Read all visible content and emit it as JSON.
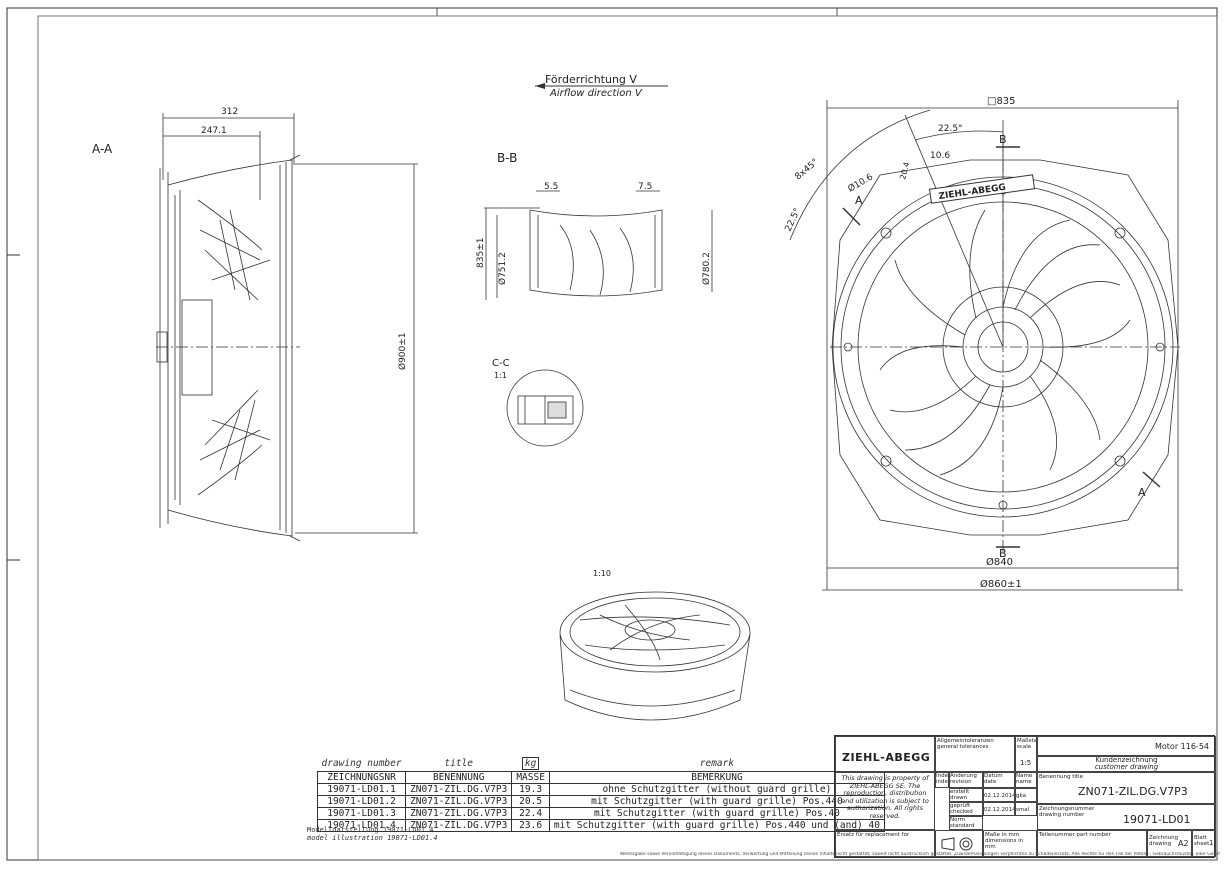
{
  "drawing": {
    "flow_de": "Förderrichtung V",
    "flow_en": "Airflow direction V",
    "views": {
      "aa": "A-A",
      "bb": "B-B",
      "cc": "C-C",
      "cc_scale": "1:1",
      "iso_scale": "1:10"
    },
    "dims": {
      "d312": "312",
      "d2471": "247.1",
      "d900": "Ø900±1",
      "d55": "5.5",
      "d75": "7.5",
      "d835h": "835±1",
      "d7512": "Ø751.2",
      "d7802": "Ø780.2",
      "sq835": "□835",
      "a225top": "22.5°",
      "a225left": "22.5°",
      "holes": "8x45°",
      "dh106a": "Ø10.6",
      "dh204": "20.4",
      "dh106b": "10.6",
      "d840": "Ø840",
      "d860": "Ø860±1",
      "secA": "A",
      "secB": "B"
    },
    "brand_on_fan": "ZIEHL-ABEGG"
  },
  "parts_table": {
    "italic_headers": [
      "drawing number",
      "title",
      "kg",
      "remark"
    ],
    "headers": [
      "ZEICHNUNGSNR",
      "BENENNUNG",
      "MASSE",
      "BEMERKUNG"
    ],
    "rows": [
      {
        "nr": "19071-LD01.1",
        "name": "ZN071-ZIL.DG.V7P3",
        "mass": "19.3",
        "remark": "ohne Schutzgitter (without guard grille)"
      },
      {
        "nr": "19071-LD01.2",
        "name": "ZN071-ZIL.DG.V7P3",
        "mass": "20.5",
        "remark": "mit Schutzgitter (with guard grille) Pos.440"
      },
      {
        "nr": "19071-LD01.3",
        "name": "ZN071-ZIL.DG.V7P3",
        "mass": "22.4",
        "remark": "mit Schutzgitter (with guard grille) Pos.40"
      },
      {
        "nr": "19071-LD01.4",
        "name": "ZN071-ZIL.DG.V7P3",
        "mass": "23.6",
        "remark": "mit Schutzgitter (with guard grille) Pos.440 und (and) 40"
      }
    ],
    "modell_de": "Modelldarstellung 19071-LD01.4",
    "modell_en": "model illustration 19071-LD01.4"
  },
  "title_block": {
    "logo": "ZIEHL-ABEGG",
    "tolerances": "Allgemeintoleranzen general tolerances",
    "scale_label": "Maßstab scale",
    "scale": "1:5",
    "motor": "Motor 116-54",
    "kundenzeichnung": "Kundenzeichnung",
    "customer_drawing": "customer drawing",
    "property_text": "This drawing is property of ZIEHL-ABEGG SE. The reproduction, distribution and utilization is subject to authorization. All rights reserved.",
    "index_label": "Index index",
    "change_label": "Änderung revision",
    "date_label": "Datum date",
    "name_label": "Name name",
    "drawn_label": "erstellt drawn",
    "drawn_date": "02.12.2014",
    "drawn_name": "gka",
    "checked_label": "geprüft checked",
    "checked_date": "02.12.2014",
    "checked_name": "smal",
    "standard_label": "Norm standard",
    "benennung_label": "Benennung title",
    "title": "ZN071-ZIL.DG.V7P3",
    "zeichnungsnr_label": "Zeichnungsnummer drawing number",
    "drawing_number": "19071-LD01",
    "ersatz_label": "Ersatz für replacement for",
    "mm_label": "Maße in mm dimensions in mm",
    "teilnr_label": "Teilenummer part number",
    "format_label": "Zeichnung drawing",
    "format": "A2",
    "sheet_label": "Blatt sheet",
    "sheet": "1"
  },
  "footer": "Weitergabe sowie Vervielfältigung dieses Dokuments, Verwertung und Mitteilung seines Inhalts nicht gestattet, soweit nicht ausdrücklich gestattet. Zuwiderhandlungen verpflichten zu Schadenersatz. Alle Rechte für den Fall der Patent-, Gebrauchsmuster- oder Geschmacksmustereintragung vorbehalten."
}
